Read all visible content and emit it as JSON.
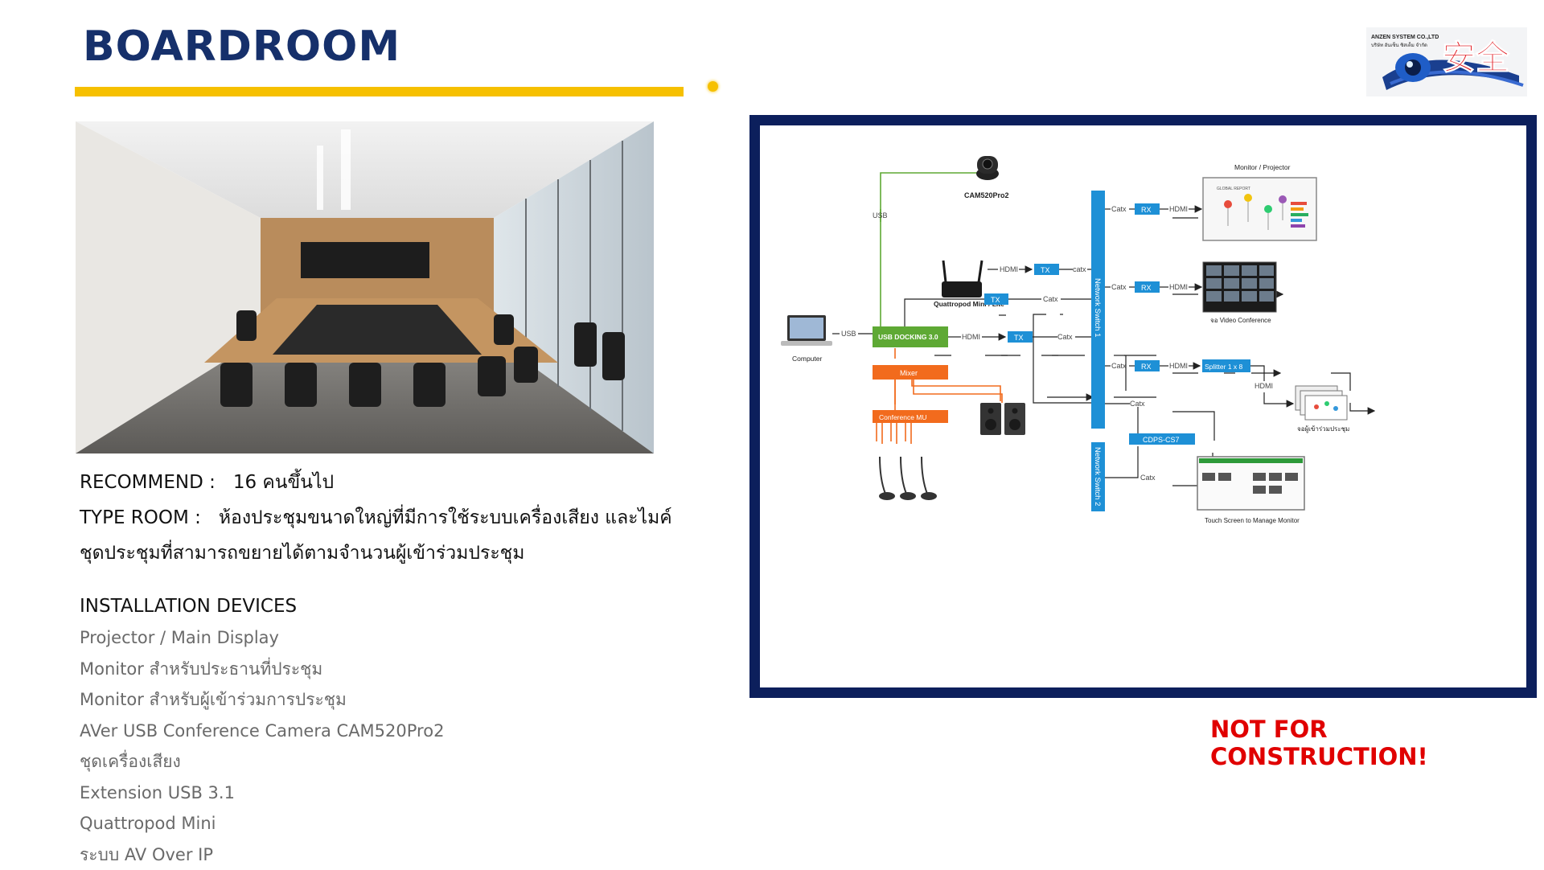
{
  "page": {
    "title": "BOARDROOM",
    "not_for_construction": "NOT FOR CONSTRUCTION!"
  },
  "logo": {
    "company_en": "ANZEN SYSTEM CO.,LTD",
    "company_th": "บริษัท อันเซ็น ซิสเต็ม จำกัด",
    "kanji": "安全"
  },
  "info": {
    "recommend_label": "RECOMMEND :",
    "recommend_value": "16 คนขึ้นไป",
    "type_label": "TYPE ROOM  :",
    "type_value_line1": "ห้องประชุมขนาดใหญ่ที่มีการใช้ระบบเครื่องเสียง และไมค์",
    "type_value_line2": "ชุดประชุมที่สามารถขยายได้ตามจำนวนผู้เข้าร่วมประชุม",
    "devices_heading": "INSTALLATION DEVICES",
    "devices": [
      "Projector / Main Display",
      "Monitor สำหรับประธานที่ประชุม",
      "Monitor สำหรับผู้เข้าร่วมการประชุม",
      "AVer USB Conference Camera CAM520Pro2",
      "ชุดเครื่องเสียง",
      "Extension USB 3.1",
      "Quattropod Mini",
      "ระบบ AV Over IP"
    ]
  },
  "diagram": {
    "camera": "CAM520Pro2",
    "usb": "USB",
    "quattropod": "Quattropod Mini / Lite",
    "computer": "Computer",
    "usb_docking": "USB DOCKING 3.0",
    "mixer": "Mixer",
    "conference_mu": "Conference MU",
    "hdmi": "HDMI",
    "tx": "TX",
    "rx": "RX",
    "catx": "Catx",
    "catx_lower": "catx",
    "switch1": "Network Switch 1",
    "switch2": "Network Switch 2",
    "cdps": "CDPS-CS7",
    "monitor_projector": "Monitor / Projector",
    "global_report": "GLOBAL REPORT",
    "video_conf": "จอ Video Conference",
    "splitter": "Splitter 1 x 8",
    "attendee_screens": "จอผู้เข้าร่วมประชุม",
    "touch_screen": "Touch Screen to Manage Monitor"
  },
  "colors": {
    "title": "#16306b",
    "accent_yellow": "#f6c000",
    "frame_navy": "#0c1f5c",
    "switch_blue": "#1e90d6",
    "usb_green": "#5ea934",
    "mixer_orange": "#f26b1d",
    "warning_red": "#e00000"
  }
}
